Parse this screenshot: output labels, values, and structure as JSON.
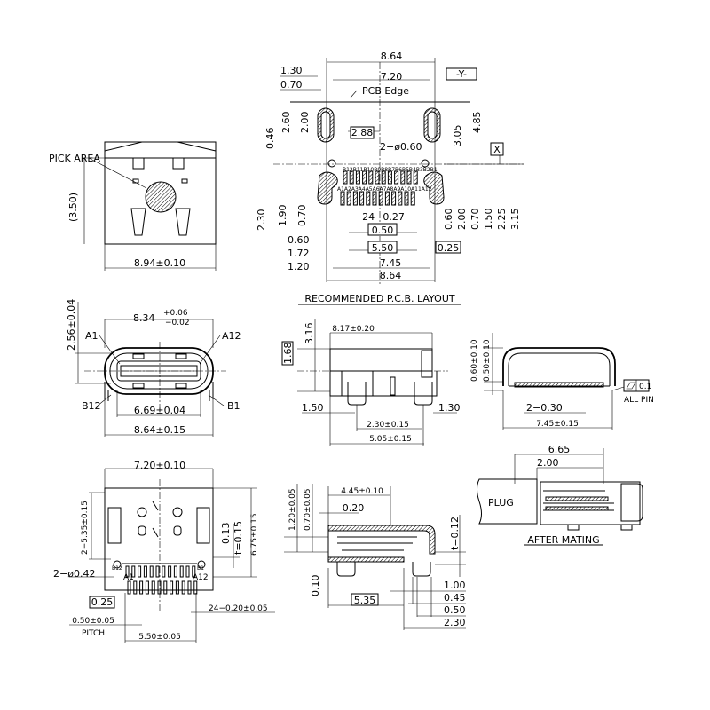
{
  "pick_area_view": {
    "pick_area": "PICK AREA",
    "height": "(3.50)",
    "width": "8.94±0.10"
  },
  "pcb_layout": {
    "title": "RECOMMENDED   P.C.B.  LAYOUT",
    "top_width": "8.64",
    "bottom_width": "8.64",
    "d_1_30": "1.30",
    "d_7_20": "7.20",
    "d_0_70_top": "0.70",
    "datum_y": "-Y-",
    "datum_x": "X",
    "pcb_edge": "PCB Edge",
    "slot_2_60": "2.60",
    "slot_2_00": "2.00",
    "d_0_46": "0.46",
    "d_2_88": "2.88",
    "holes": "2−ø0.60",
    "d_3_05": "3.05",
    "d_4_85": "4.85",
    "b_row": "B12B11B10B9B8B7B6B5B4B3B2B1",
    "a_row": "A1A2A3A4A5A6A7A8A9A10A11A12",
    "l_2_30": "2.30",
    "l_1_90": "1.90",
    "l_0_70": "0.70",
    "l_0_60": "0.60",
    "l_1_72": "1.72",
    "l_1_20": "1.20",
    "pads": "24−0.27",
    "pitch": "0.50",
    "span": "5.50",
    "gap": "0.25",
    "d_7_45": "7.45",
    "r_0_60": "0.60",
    "r_2_00": "2.00",
    "r_0_70": "0.70",
    "r_1_50": "1.50",
    "r_2_25": "2.25",
    "r_3_15": "3.15"
  },
  "front_view": {
    "height": "2.56±0.04",
    "width_nom": "8.34",
    "tol_plus": "+0.06",
    "tol_minus": "−0.02",
    "a1": "A1",
    "a12": "A12",
    "b12": "B12",
    "b1": "B1",
    "inner": "6.69±0.04",
    "outer": "8.64±0.15"
  },
  "side_view": {
    "h_3_16": "3.16",
    "h_1_68": "1.68",
    "length": "8.17±0.20",
    "d_1_50": "1.50",
    "d_1_30": "1.30",
    "d_2_30": "2.30±0.15",
    "d_5_05": "5.05±0.15"
  },
  "end_view": {
    "d_0_60": "0.60±0.10",
    "d_0_50": "0.50±0.10",
    "flatness": "0.1",
    "all_pin": "ALL PIN",
    "pins": "2−0.30",
    "width": "7.45±0.15"
  },
  "bottom_view": {
    "width": "7.20±0.10",
    "d_5_35": "2−5.35±0.15",
    "d_0_13": "0.13",
    "thick": "t=0.15",
    "d_6_75": "6.75±0.15",
    "holes": "2−ø0.42",
    "b12": "B12",
    "b1": "B1",
    "a1": "A1",
    "a12": "A12",
    "d_0_25": "0.25",
    "pitch_val": "0.50±0.05",
    "pitch": "PITCH",
    "pins": "24−0.20±0.05",
    "span": "5.50±0.05"
  },
  "section_view": {
    "d_1_20": "1.20±0.05",
    "d_0_70": "0.70±0.05",
    "d_4_45": "4.45±0.10",
    "d_0_20": "0.20",
    "thick": "t=0.12",
    "d_0_10": "0.10",
    "d_5_35": "5.35",
    "d_1_00": "1.00",
    "d_0_45": "0.45",
    "d_0_50": "0.50",
    "d_2_30": "2.30"
  },
  "mating_view": {
    "d_6_65": "6.65",
    "d_2_00": "2.00",
    "plug": "PLUG",
    "title": "AFTER  MATING"
  }
}
